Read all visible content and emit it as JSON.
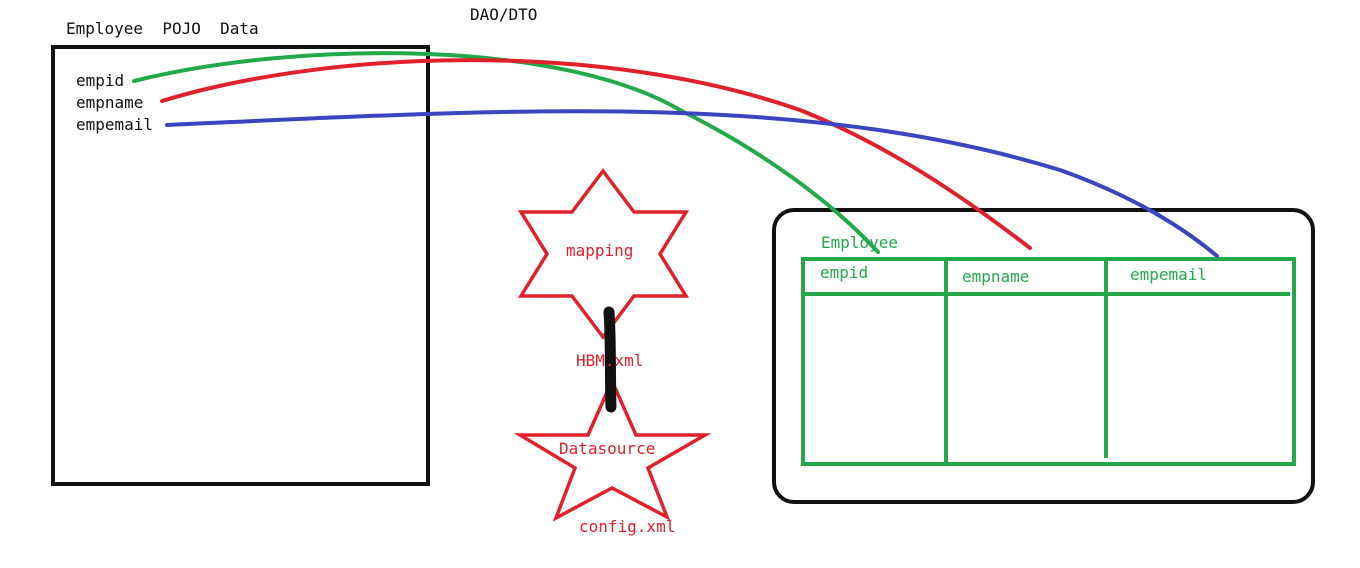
{
  "header": {
    "pojo_title": "Employee  POJO  Data",
    "dao_title": "DAO/DTO"
  },
  "pojo": {
    "fields": [
      "empid",
      "empname",
      "empemail"
    ]
  },
  "mapping": {
    "mapping_label": "mapping",
    "hbm_label": "HBM.xml",
    "datasource_label": "Datasource",
    "config_label": "config.xml"
  },
  "table": {
    "name": "Employee",
    "columns": [
      "empid",
      "empname",
      "empemail"
    ]
  },
  "colors": {
    "empid_link": "#22aa4a",
    "empname_link": "#e0202a",
    "empemail_link": "#3b45c0",
    "table_lines": "#22aa4a",
    "stars": "#e0202a",
    "box": "#111111"
  }
}
